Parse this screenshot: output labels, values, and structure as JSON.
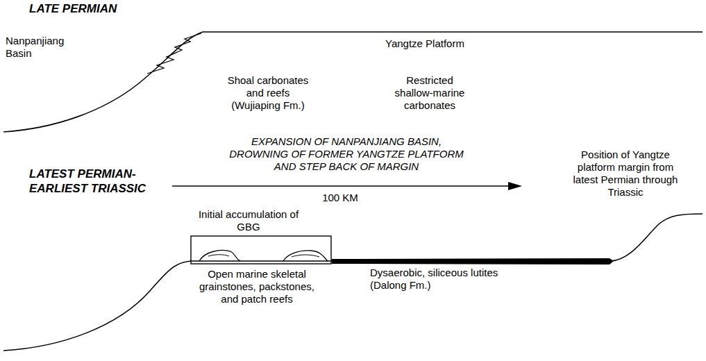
{
  "diagram": {
    "labels": [
      "LATE PERMIAN",
      "Yangtze Platform",
      "Nanpanjiang Basin",
      "Shoal carbonates and reefs (Wujiaping Fm.)",
      "Restricted shallow-marine carbonates",
      "LATEST PERMIAN- EARLIEST TRIASSIC",
      "EXPANSION OF NANPANJIANG BASIN, DROWNING OF FORMER YANGTZE PLATFORM AND STEP BACK OF MARGIN",
      "100 KM",
      "Initial accumulation of GBG",
      "Position of Yangtze platform margin from latest Permian through Triassic",
      "Open marine skeletal grainstones, packstones, and patch reefs",
      "Dysaerobic, siliceous lutites (Dalong Fm.)"
    ]
  }
}
